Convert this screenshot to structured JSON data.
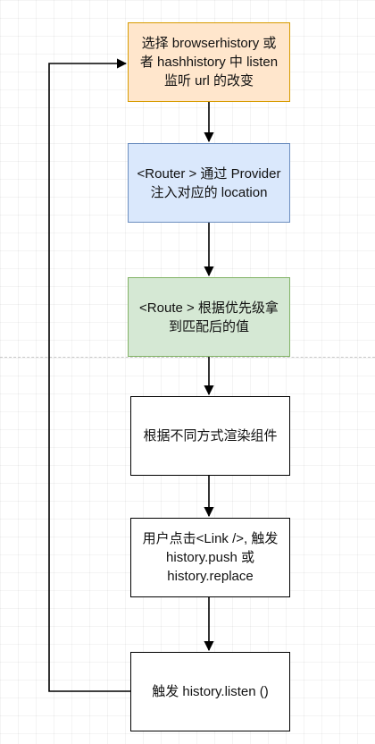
{
  "diagram": {
    "nodes": [
      {
        "id": "n1",
        "label": "选择 browserhistory 或者 hashhistory 中 listen 监听 url 的改变",
        "fill": "#ffe6cc",
        "stroke": "#d79b00"
      },
      {
        "id": "n2",
        "label": "<Router > 通过 Provider 注入对应的 location",
        "fill": "#dae8fc",
        "stroke": "#6c8ebf"
      },
      {
        "id": "n3",
        "label": "<Route > 根据优先级拿到匹配后的值",
        "fill": "#d5e8d4",
        "stroke": "#82b366"
      },
      {
        "id": "n4",
        "label": "根据不同方式渲染组件",
        "fill": "#ffffff",
        "stroke": "#000000"
      },
      {
        "id": "n5",
        "label": "用户点击<Link />, 触发history.push 或 history.replace",
        "fill": "#ffffff",
        "stroke": "#000000"
      },
      {
        "id": "n6",
        "label": "触发 history.listen ()",
        "fill": "#ffffff",
        "stroke": "#000000"
      }
    ],
    "edges": [
      {
        "from": "n1",
        "to": "n2"
      },
      {
        "from": "n2",
        "to": "n3"
      },
      {
        "from": "n3",
        "to": "n4"
      },
      {
        "from": "n4",
        "to": "n5"
      },
      {
        "from": "n5",
        "to": "n6"
      },
      {
        "from": "n6",
        "to": "n1"
      }
    ],
    "edge_color": "#000000"
  }
}
